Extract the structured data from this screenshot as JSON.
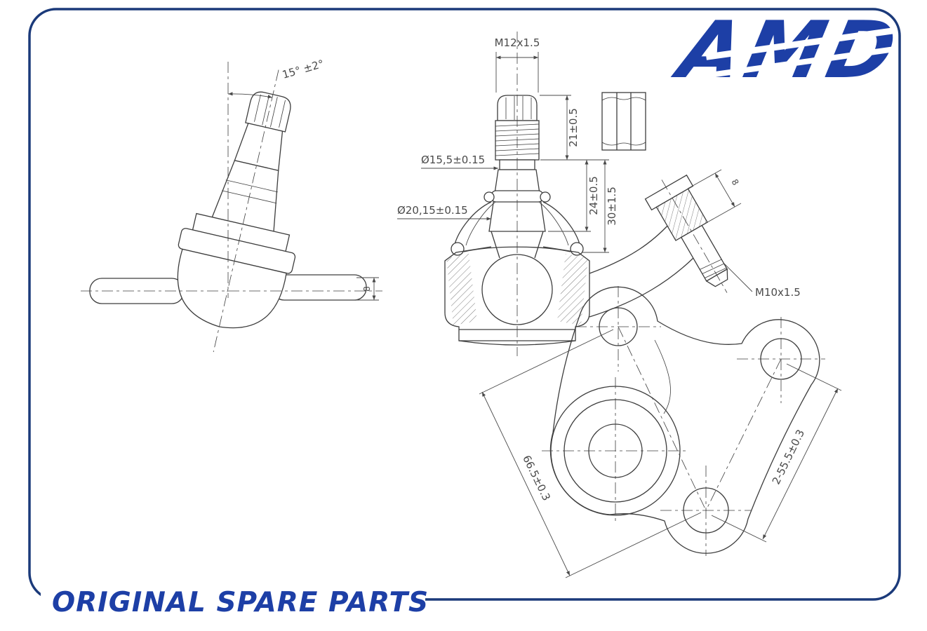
{
  "colors": {
    "frame_blue": "#1b3a7a",
    "brand_blue": "#1d3fa6",
    "line_gray": "#3d3d3d",
    "dim_gray": "#4a4a4a"
  },
  "brand": {
    "logo_text": "AMD",
    "tagline": "ORIGINAL SPARE PARTS"
  },
  "drawing": {
    "left_view": {
      "angle_label": "15° ±2°",
      "arm_dim": "8"
    },
    "section_view": {
      "thread_label": "M12x1.5",
      "stud_dia": "Ø15,5±0.15",
      "cone_dia": "Ø20,15±0.15",
      "dim_a": "21±0.5",
      "dim_b": "24±0.5",
      "dim_c": "30±1.5"
    },
    "bolt": {
      "dim": "8",
      "thread_label": "M10x1.5"
    },
    "flange": {
      "dim_left": "66.5±0.3",
      "dim_right": "2-55.5±0.3"
    }
  }
}
